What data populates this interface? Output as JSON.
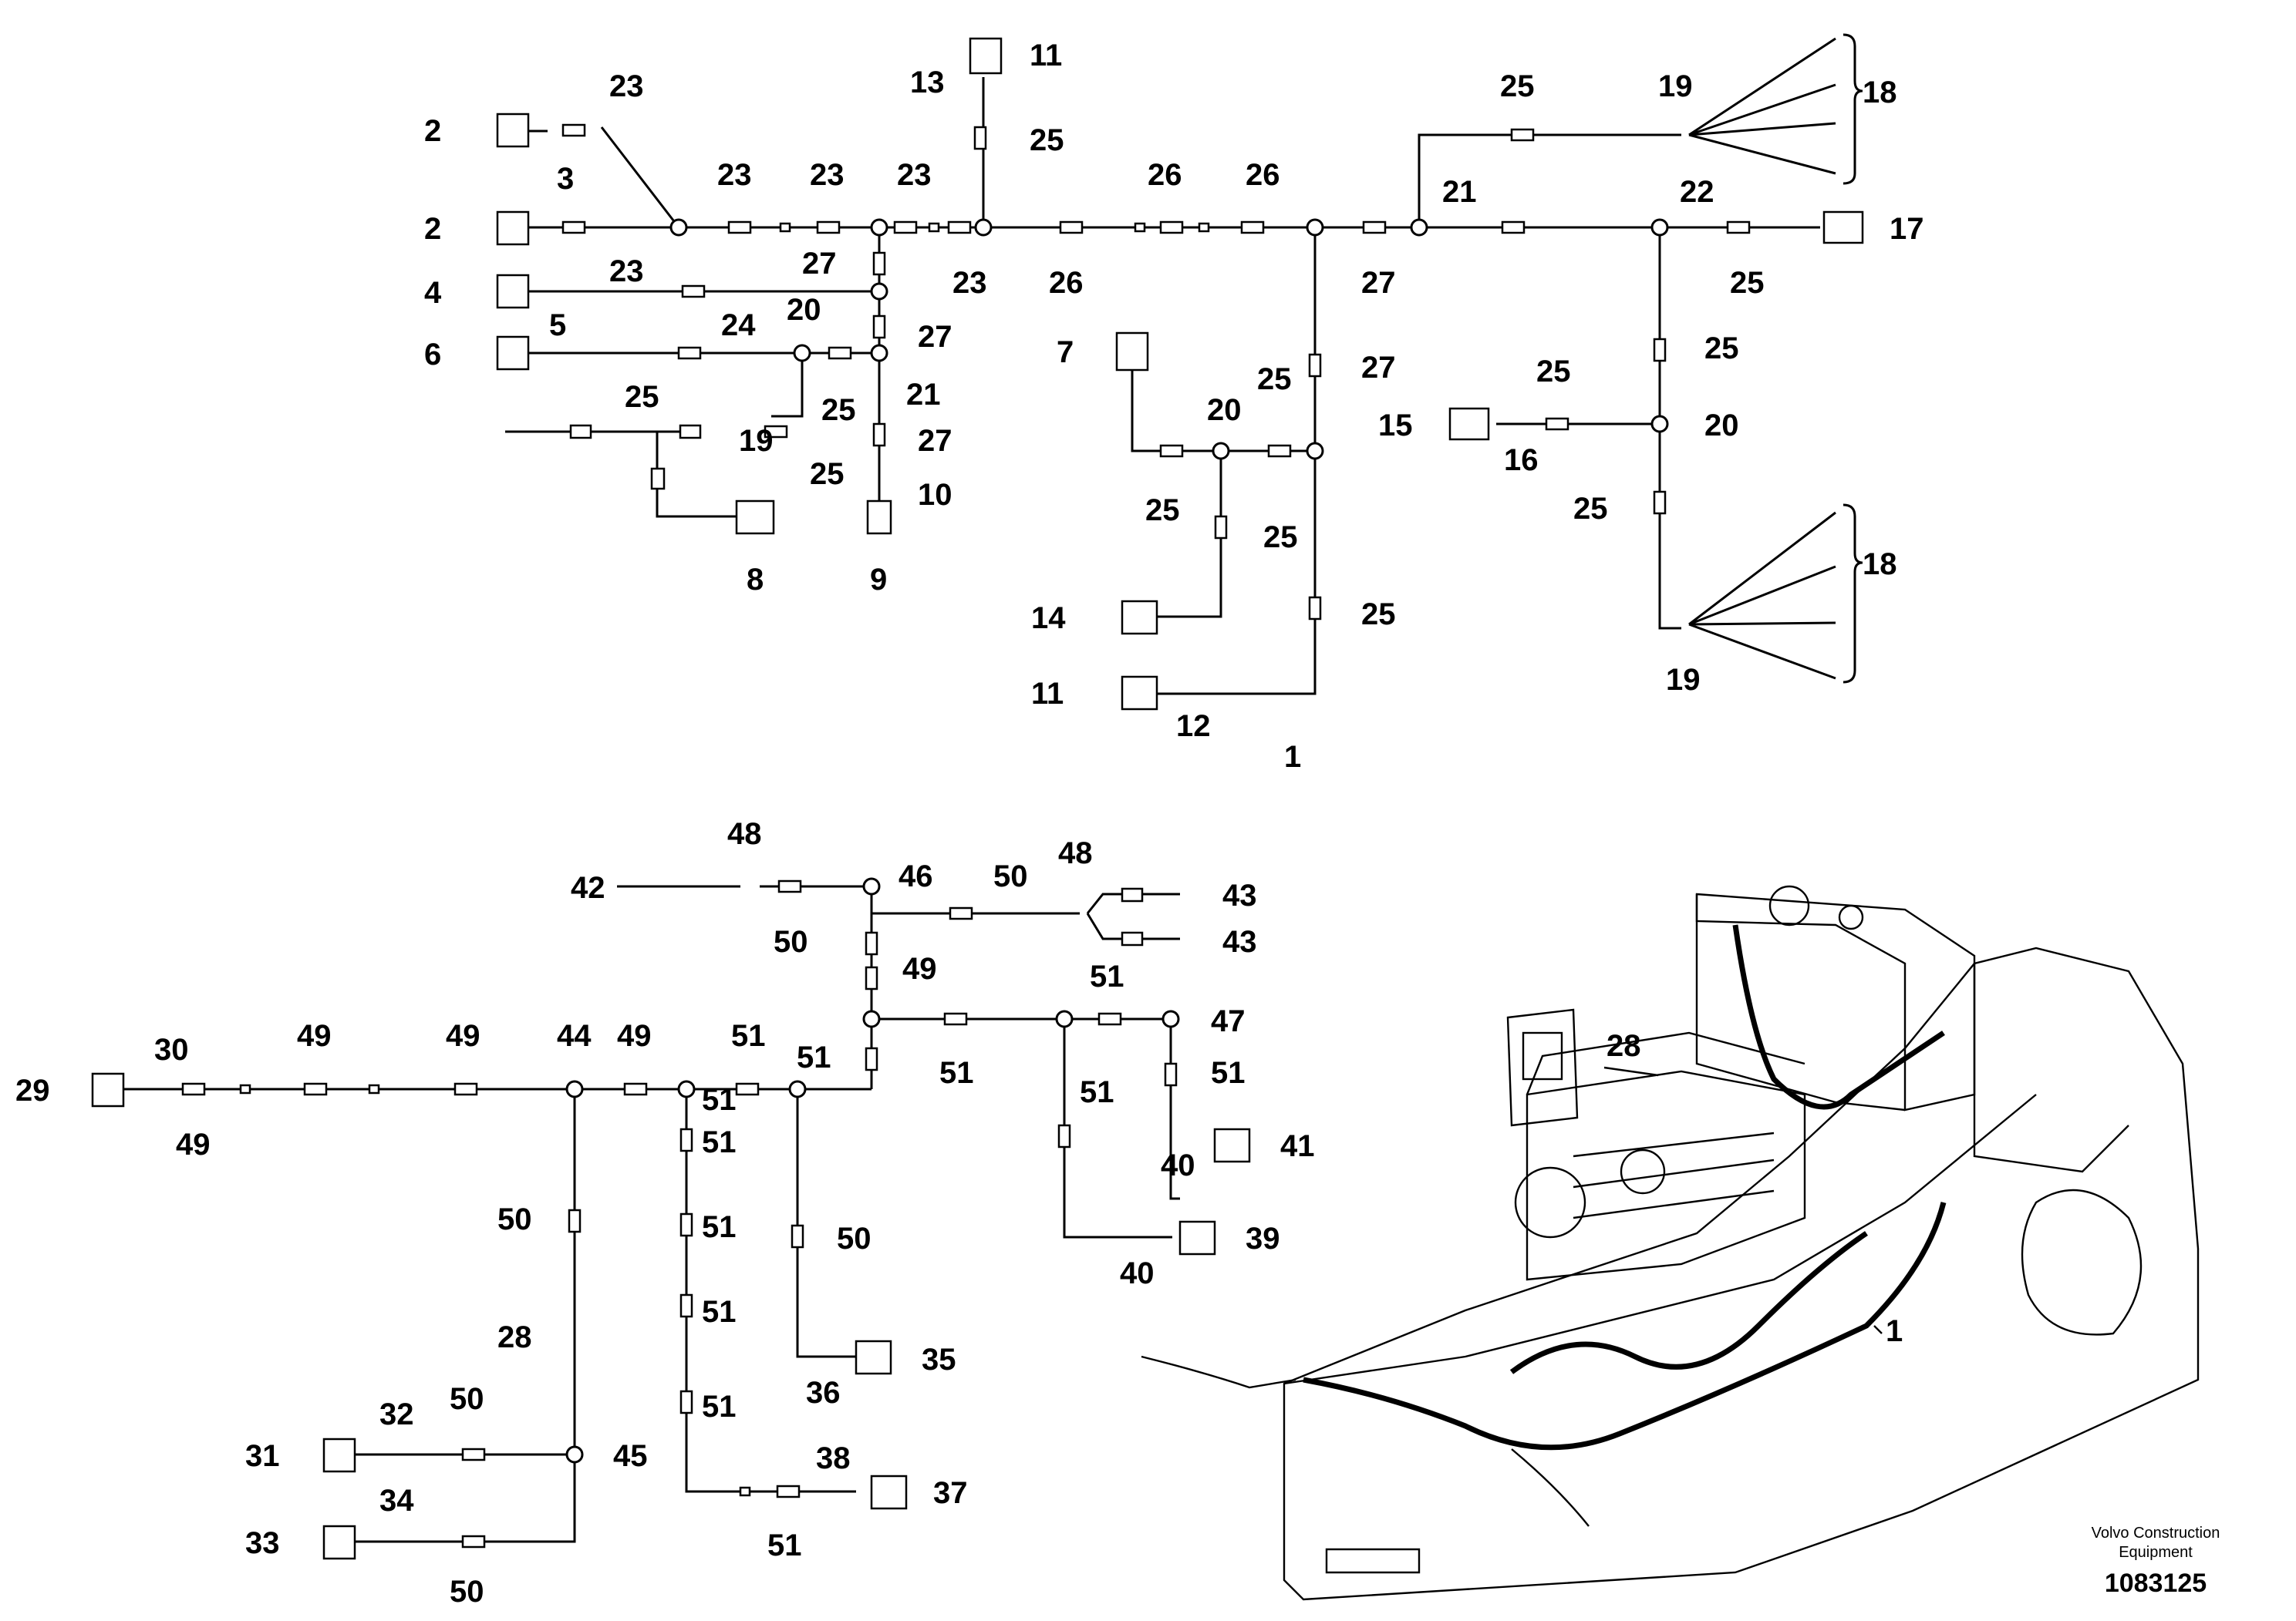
{
  "diagram": {
    "callouts": [
      {
        "id": "c2a",
        "text": "2"
      },
      {
        "id": "c2b",
        "text": "2"
      },
      {
        "id": "c3a",
        "text": "3"
      },
      {
        "id": "c23a",
        "text": "23"
      },
      {
        "id": "c23b",
        "text": "23"
      },
      {
        "id": "c23c",
        "text": "23"
      },
      {
        "id": "c23d",
        "text": "23"
      },
      {
        "id": "c23e",
        "text": "23"
      },
      {
        "id": "c23f",
        "text": "23"
      },
      {
        "id": "c4",
        "text": "4"
      },
      {
        "id": "c5",
        "text": "5"
      },
      {
        "id": "c24",
        "text": "24"
      },
      {
        "id": "c6",
        "text": "6"
      },
      {
        "id": "c25a",
        "text": "25"
      },
      {
        "id": "c20a",
        "text": "20"
      },
      {
        "id": "c25b",
        "text": "25"
      },
      {
        "id": "c19a",
        "text": "19"
      },
      {
        "id": "c25c",
        "text": "25"
      },
      {
        "id": "c8",
        "text": "8"
      },
      {
        "id": "c27a",
        "text": "27"
      },
      {
        "id": "c27b",
        "text": "27"
      },
      {
        "id": "c21a",
        "text": "21"
      },
      {
        "id": "c27c",
        "text": "27"
      },
      {
        "id": "c10",
        "text": "10"
      },
      {
        "id": "c9",
        "text": "9"
      },
      {
        "id": "c13",
        "text": "13"
      },
      {
        "id": "c11a",
        "text": "11"
      },
      {
        "id": "c25d",
        "text": "25"
      },
      {
        "id": "c26a",
        "text": "26"
      },
      {
        "id": "c26b",
        "text": "26"
      },
      {
        "id": "c26c",
        "text": "26"
      },
      {
        "id": "c27d",
        "text": "27"
      },
      {
        "id": "c21b",
        "text": "21"
      },
      {
        "id": "c25e",
        "text": "25"
      },
      {
        "id": "c19b",
        "text": "19"
      },
      {
        "id": "c18a",
        "text": "18"
      },
      {
        "id": "c22",
        "text": "22"
      },
      {
        "id": "c17",
        "text": "17"
      },
      {
        "id": "c25f",
        "text": "25"
      },
      {
        "id": "c25g",
        "text": "25"
      },
      {
        "id": "c7",
        "text": "7"
      },
      {
        "id": "c27e",
        "text": "27"
      },
      {
        "id": "c20b",
        "text": "20"
      },
      {
        "id": "c25h",
        "text": "25"
      },
      {
        "id": "c25i",
        "text": "25"
      },
      {
        "id": "c25j",
        "text": "25"
      },
      {
        "id": "c14",
        "text": "14"
      },
      {
        "id": "c25k",
        "text": "25"
      },
      {
        "id": "c11b",
        "text": "11"
      },
      {
        "id": "c12",
        "text": "12"
      },
      {
        "id": "c1a",
        "text": "1"
      },
      {
        "id": "c15",
        "text": "15"
      },
      {
        "id": "c16",
        "text": "16"
      },
      {
        "id": "c25l",
        "text": "25"
      },
      {
        "id": "c20c",
        "text": "20"
      },
      {
        "id": "c25m",
        "text": "25"
      },
      {
        "id": "c18b",
        "text": "18"
      },
      {
        "id": "c19c",
        "text": "19"
      },
      {
        "id": "c42",
        "text": "42"
      },
      {
        "id": "c48a",
        "text": "48"
      },
      {
        "id": "c50a",
        "text": "50"
      },
      {
        "id": "c46",
        "text": "46"
      },
      {
        "id": "c50b",
        "text": "50"
      },
      {
        "id": "c48b",
        "text": "48"
      },
      {
        "id": "c43a",
        "text": "43"
      },
      {
        "id": "c43b",
        "text": "43"
      },
      {
        "id": "c49a",
        "text": "49"
      },
      {
        "id": "c51a",
        "text": "51"
      },
      {
        "id": "c47",
        "text": "47"
      },
      {
        "id": "c51b",
        "text": "51"
      },
      {
        "id": "c51c",
        "text": "51"
      },
      {
        "id": "c51d",
        "text": "51"
      },
      {
        "id": "c51e",
        "text": "51"
      },
      {
        "id": "c29",
        "text": "29"
      },
      {
        "id": "c30",
        "text": "30"
      },
      {
        "id": "c49b",
        "text": "49"
      },
      {
        "id": "c49c",
        "text": "49"
      },
      {
        "id": "c49d",
        "text": "49"
      },
      {
        "id": "c44",
        "text": "44"
      },
      {
        "id": "c49e",
        "text": "49"
      },
      {
        "id": "c51f",
        "text": "51"
      },
      {
        "id": "c51g",
        "text": "51"
      },
      {
        "id": "c41",
        "text": "41"
      },
      {
        "id": "c40a",
        "text": "40"
      },
      {
        "id": "c51h",
        "text": "51"
      },
      {
        "id": "c51i",
        "text": "51"
      },
      {
        "id": "c50c",
        "text": "50"
      },
      {
        "id": "c50d",
        "text": "50"
      },
      {
        "id": "c39",
        "text": "39"
      },
      {
        "id": "c40b",
        "text": "40"
      },
      {
        "id": "c28a",
        "text": "28"
      },
      {
        "id": "c51j",
        "text": "51"
      },
      {
        "id": "c35",
        "text": "35"
      },
      {
        "id": "c36",
        "text": "36"
      },
      {
        "id": "c31",
        "text": "31"
      },
      {
        "id": "c32",
        "text": "32"
      },
      {
        "id": "c50e",
        "text": "50"
      },
      {
        "id": "c45",
        "text": "45"
      },
      {
        "id": "c51k",
        "text": "51"
      },
      {
        "id": "c38",
        "text": "38"
      },
      {
        "id": "c37",
        "text": "37"
      },
      {
        "id": "c33",
        "text": "33"
      },
      {
        "id": "c34",
        "text": "34"
      },
      {
        "id": "c50f",
        "text": "50"
      },
      {
        "id": "c51l",
        "text": "51"
      },
      {
        "id": "c28b",
        "text": "28"
      },
      {
        "id": "c1b",
        "text": "1"
      }
    ]
  },
  "footer": {
    "brand_line1": "Volvo Construction",
    "brand_line2": "Equipment",
    "image_number": "1083125"
  }
}
